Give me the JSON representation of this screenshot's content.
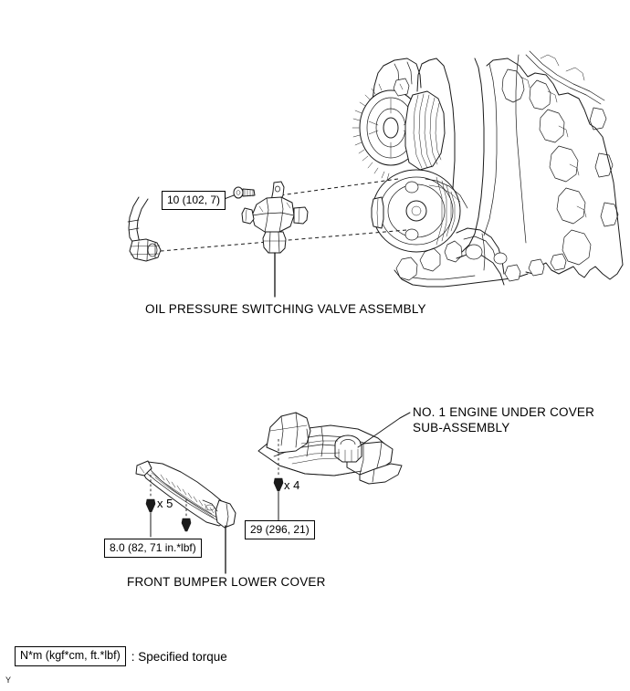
{
  "document": {
    "type": "service-manual-exploded-diagram",
    "corner_mark": "Y"
  },
  "callouts": {
    "oil_pressure_switching_valve": "OIL PRESSURE SWITCHING VALVE ASSEMBLY",
    "engine_under_cover_line1": "NO. 1 ENGINE UNDER COVER",
    "engine_under_cover_line2": "SUB-ASSEMBLY",
    "front_bumper_lower_cover": "FRONT BUMPER LOWER COVER"
  },
  "torque_specs": [
    {
      "id": "valve-bolt",
      "value": "10 (102, 7)",
      "applies_to": "OIL PRESSURE SWITCHING VALVE ASSEMBLY"
    },
    {
      "id": "bumper-cover-clips",
      "value": "8.0 (82, 71 in.*lbf)",
      "applies_to": "FRONT BUMPER LOWER COVER"
    },
    {
      "id": "under-cover-bolts",
      "value": "29 (296, 21)",
      "applies_to": "NO. 1 ENGINE UNDER COVER SUB-ASSEMBLY"
    }
  ],
  "fastener_counts": {
    "bumper_lower_cover": "x 5",
    "engine_under_cover": "x 4"
  },
  "legend": {
    "box": "N*m (kgf*cm, ft.*lbf)",
    "text": ": Specified torque"
  },
  "colors": {
    "line": "#1a1a1a",
    "background": "#ffffff",
    "text": "#000000"
  }
}
